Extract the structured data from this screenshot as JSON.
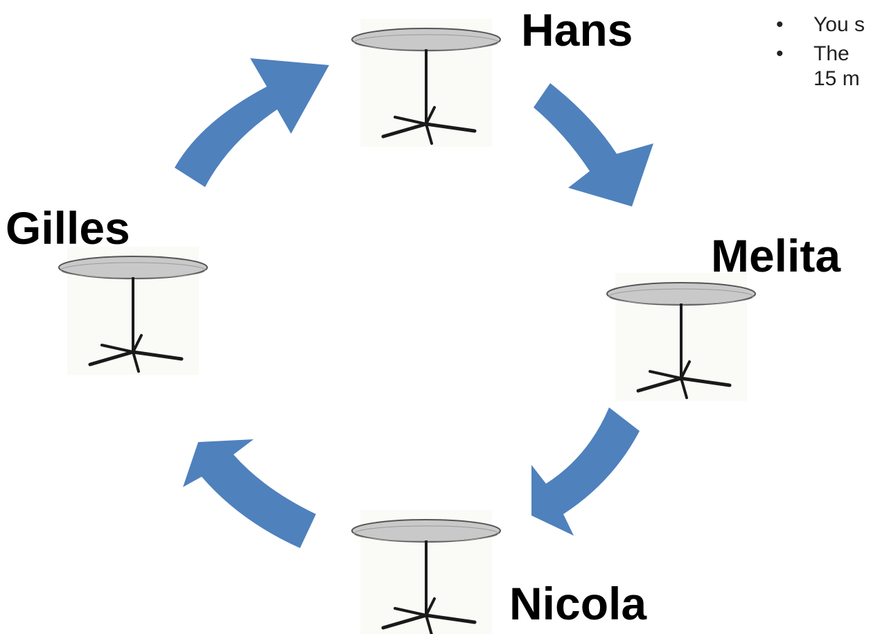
{
  "tables": [
    {
      "id": "hans",
      "name": "Hans"
    },
    {
      "id": "melita",
      "name": "Melita"
    },
    {
      "id": "nicola",
      "name": "Nicola"
    },
    {
      "id": "gilles",
      "name": "Gilles"
    }
  ],
  "bullets": [
    {
      "text": "You s",
      "cont": ""
    },
    {
      "text": "The",
      "cont": "15 m"
    }
  ],
  "colors": {
    "arrow": "#4f81bd",
    "table_top": "#c9c9c9",
    "table_rim": "#555555",
    "table_leg": "#1a1a1a",
    "text": "#000000"
  },
  "icons": [
    "round-table-icon",
    "circular-arrow-icon"
  ]
}
